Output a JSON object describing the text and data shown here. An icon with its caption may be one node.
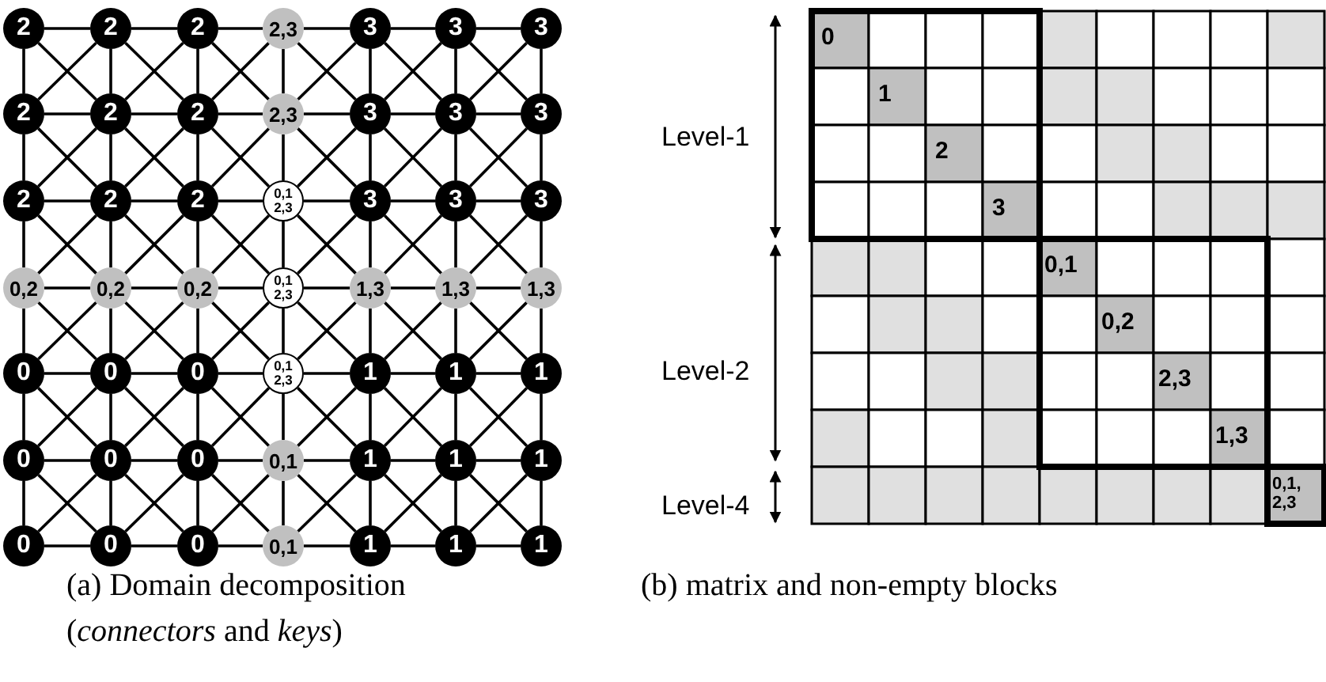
{
  "diagram": {
    "nodes": [
      {
        "text": [
          "2"
        ]
      },
      {
        "text": [
          "2"
        ]
      },
      {
        "text": [
          "2"
        ]
      },
      {
        "text": [
          "2,3"
        ]
      },
      {
        "text": [
          "3"
        ]
      },
      {
        "text": [
          "3"
        ]
      },
      {
        "text": [
          "3"
        ]
      },
      {
        "text": [
          "2"
        ]
      },
      {
        "text": [
          "2"
        ]
      },
      {
        "text": [
          "2"
        ]
      },
      {
        "text": [
          "2,3"
        ]
      },
      {
        "text": [
          "3"
        ]
      },
      {
        "text": [
          "3"
        ]
      },
      {
        "text": [
          "3"
        ]
      },
      {
        "text": [
          "2"
        ]
      },
      {
        "text": [
          "2"
        ]
      },
      {
        "text": [
          "2"
        ]
      },
      {
        "text": [
          "0,1 2,3"
        ]
      },
      {
        "text": [
          "3"
        ]
      },
      {
        "text": [
          "3"
        ]
      },
      {
        "text": [
          "3"
        ]
      },
      {
        "text": [
          "0,2"
        ]
      },
      {
        "text": [
          "0,2"
        ]
      },
      {
        "text": [
          "0,2"
        ]
      },
      {
        "text": [
          "0,1 2,3"
        ]
      },
      {
        "text": [
          "1,3"
        ]
      },
      {
        "text": [
          "1,3"
        ]
      },
      {
        "text": [
          "1,3"
        ]
      },
      {
        "text": [
          "0"
        ]
      },
      {
        "text": [
          "0"
        ]
      },
      {
        "text": [
          "0"
        ]
      },
      {
        "text": [
          "0,1 2,3"
        ]
      },
      {
        "text": [
          "1"
        ]
      },
      {
        "text": [
          "1"
        ]
      },
      {
        "text": [
          "1"
        ]
      },
      {
        "text": [
          "0"
        ]
      },
      {
        "text": [
          "0"
        ]
      },
      {
        "text": [
          "0"
        ]
      },
      {
        "text": [
          "0,1"
        ]
      },
      {
        "text": [
          "1"
        ]
      },
      {
        "text": [
          "1"
        ]
      },
      {
        "text": [
          "1"
        ]
      },
      {
        "text": [
          "0"
        ]
      },
      {
        "text": [
          "0"
        ]
      },
      {
        "text": [
          "0"
        ]
      },
      {
        "text": [
          "0,1"
        ]
      },
      {
        "text": [
          "1"
        ]
      },
      {
        "text": [
          "1"
        ]
      },
      {
        "text": [
          "1"
        ]
      }
    ],
    "edges": [
      {
        "from": 0,
        "to": 1,
        "arrow": "none"
      },
      {
        "from": 1,
        "to": 2,
        "arrow": "none"
      },
      {
        "from": 2,
        "to": 3,
        "arrow": "none"
      },
      {
        "from": 3,
        "to": 4,
        "arrow": "none"
      },
      {
        "from": 4,
        "to": 5,
        "arrow": "none"
      },
      {
        "from": 5,
        "to": 6,
        "arrow": "none"
      },
      {
        "from": 7,
        "to": 8,
        "arrow": "none"
      },
      {
        "from": 8,
        "to": 9,
        "arrow": "none"
      },
      {
        "from": 9,
        "to": 10,
        "arrow": "none"
      },
      {
        "from": 10,
        "to": 11,
        "arrow": "none"
      },
      {
        "from": 11,
        "to": 12,
        "arrow": "none"
      },
      {
        "from": 12,
        "to": 13,
        "arrow": "none"
      },
      {
        "from": 14,
        "to": 15,
        "arrow": "none"
      },
      {
        "from": 15,
        "to": 16,
        "arrow": "none"
      },
      {
        "from": 16,
        "to": 17,
        "arrow": "none"
      },
      {
        "from": 17,
        "to": 18,
        "arrow": "none"
      },
      {
        "from": 18,
        "to": 19,
        "arrow": "none"
      },
      {
        "from": 19,
        "to": 20,
        "arrow": "none"
      },
      {
        "from": 21,
        "to": 22,
        "arrow": "none"
      },
      {
        "from": 22,
        "to": 23,
        "arrow": "none"
      },
      {
        "from": 23,
        "to": 24,
        "arrow": "none"
      },
      {
        "from": 24,
        "to": 25,
        "arrow": "none"
      },
      {
        "from": 25,
        "to": 26,
        "arrow": "none"
      },
      {
        "from": 26,
        "to": 27,
        "arrow": "none"
      },
      {
        "from": 28,
        "to": 29,
        "arrow": "none"
      },
      {
        "from": 29,
        "to": 30,
        "arrow": "none"
      },
      {
        "from": 30,
        "to": 31,
        "arrow": "none"
      },
      {
        "from": 31,
        "to": 32,
        "arrow": "none"
      },
      {
        "from": 32,
        "to": 33,
        "arrow": "none"
      },
      {
        "from": 33,
        "to": 34,
        "arrow": "none"
      },
      {
        "from": 35,
        "to": 36,
        "arrow": "none"
      },
      {
        "from": 36,
        "to": 37,
        "arrow": "none"
      },
      {
        "from": 37,
        "to": 38,
        "arrow": "none"
      },
      {
        "from": 38,
        "to": 39,
        "arrow": "none"
      },
      {
        "from": 39,
        "to": 40,
        "arrow": "none"
      },
      {
        "from": 40,
        "to": 41,
        "arrow": "none"
      },
      {
        "from": 42,
        "to": 43,
        "arrow": "none"
      },
      {
        "from": 43,
        "to": 44,
        "arrow": "none"
      },
      {
        "from": 44,
        "to": 45,
        "arrow": "none"
      },
      {
        "from": 45,
        "to": 46,
        "arrow": "none"
      },
      {
        "from": 46,
        "to": 47,
        "arrow": "none"
      },
      {
        "from": 47,
        "to": 48,
        "arrow": "none"
      },
      {
        "from": 0,
        "to": 7,
        "arrow": "none"
      },
      {
        "from": 1,
        "to": 8,
        "arrow": "none"
      },
      {
        "from": 2,
        "to": 9,
        "arrow": "none"
      },
      {
        "from": 3,
        "to": 10,
        "arrow": "none"
      },
      {
        "from": 4,
        "to": 11,
        "arrow": "none"
      },
      {
        "from": 5,
        "to": 12,
        "arrow": "none"
      },
      {
        "from": 6,
        "to": 13,
        "arrow": "none"
      },
      {
        "from": 7,
        "to": 14,
        "arrow": "none"
      },
      {
        "from": 8,
        "to": 15,
        "arrow": "none"
      },
      {
        "from": 9,
        "to": 16,
        "arrow": "none"
      },
      {
        "from": 10,
        "to": 17,
        "arrow": "none"
      },
      {
        "from": 11,
        "to": 18,
        "arrow": "none"
      },
      {
        "from": 12,
        "to": 19,
        "arrow": "none"
      },
      {
        "from": 13,
        "to": 20,
        "arrow": "none"
      },
      {
        "from": 14,
        "to": 21,
        "arrow": "none"
      },
      {
        "from": 15,
        "to": 22,
        "arrow": "none"
      },
      {
        "from": 16,
        "to": 23,
        "arrow": "none"
      },
      {
        "from": 17,
        "to": 24,
        "arrow": "none"
      },
      {
        "from": 18,
        "to": 25,
        "arrow": "none"
      },
      {
        "from": 19,
        "to": 26,
        "arrow": "none"
      },
      {
        "from": 20,
        "to": 27,
        "arrow": "none"
      },
      {
        "from": 21,
        "to": 28,
        "arrow": "none"
      },
      {
        "from": 22,
        "to": 29,
        "arrow": "none"
      },
      {
        "from": 23,
        "to": 30,
        "arrow": "none"
      },
      {
        "from": 24,
        "to": 31,
        "arrow": "none"
      },
      {
        "from": 25,
        "to": 32,
        "arrow": "none"
      },
      {
        "from": 26,
        "to": 33,
        "arrow": "none"
      },
      {
        "from": 27,
        "to": 34,
        "arrow": "none"
      },
      {
        "from": 28,
        "to": 35,
        "arrow": "none"
      },
      {
        "from": 29,
        "to": 36,
        "arrow": "none"
      },
      {
        "from": 30,
        "to": 37,
        "arrow": "none"
      },
      {
        "from": 31,
        "to": 38,
        "arrow": "none"
      },
      {
        "from": 32,
        "to": 39,
        "arrow": "none"
      },
      {
        "from": 33,
        "to": 40,
        "arrow": "none"
      },
      {
        "from": 34,
        "to": 41,
        "arrow": "none"
      },
      {
        "from": 35,
        "to": 42,
        "arrow": "none"
      },
      {
        "from": 36,
        "to": 43,
        "arrow": "none"
      },
      {
        "from": 37,
        "to": 44,
        "arrow": "none"
      },
      {
        "from": 38,
        "to": 45,
        "arrow": "none"
      },
      {
        "from": 39,
        "to": 46,
        "arrow": "none"
      },
      {
        "from": 40,
        "to": 47,
        "arrow": "none"
      },
      {
        "from": 41,
        "to": 48,
        "arrow": "none"
      },
      {
        "from": 0,
        "to": 8,
        "arrow": "none"
      },
      {
        "from": 1,
        "to": 7,
        "arrow": "none"
      },
      {
        "from": 1,
        "to": 9,
        "arrow": "none"
      },
      {
        "from": 2,
        "to": 8,
        "arrow": "none"
      },
      {
        "from": 2,
        "to": 10,
        "arrow": "none"
      },
      {
        "from": 3,
        "to": 9,
        "arrow": "none"
      },
      {
        "from": 3,
        "to": 11,
        "arrow": "none"
      },
      {
        "from": 4,
        "to": 10,
        "arrow": "none"
      },
      {
        "from": 4,
        "to": 12,
        "arrow": "none"
      },
      {
        "from": 5,
        "to": 11,
        "arrow": "none"
      },
      {
        "from": 5,
        "to": 13,
        "arrow": "none"
      },
      {
        "from": 6,
        "to": 12,
        "arrow": "none"
      },
      {
        "from": 7,
        "to": 15,
        "arrow": "none"
      },
      {
        "from": 8,
        "to": 14,
        "arrow": "none"
      },
      {
        "from": 8,
        "to": 16,
        "arrow": "none"
      },
      {
        "from": 9,
        "to": 15,
        "arrow": "none"
      },
      {
        "from": 9,
        "to": 17,
        "arrow": "none"
      },
      {
        "from": 10,
        "to": 16,
        "arrow": "none"
      },
      {
        "from": 10,
        "to": 18,
        "arrow": "none"
      },
      {
        "from": 11,
        "to": 17,
        "arrow": "none"
      },
      {
        "from": 11,
        "to": 19,
        "arrow": "none"
      },
      {
        "from": 12,
        "to": 18,
        "arrow": "none"
      },
      {
        "from": 12,
        "to": 20,
        "arrow": "none"
      },
      {
        "from": 13,
        "to": 19,
        "arrow": "none"
      },
      {
        "from": 14,
        "to": 22,
        "arrow": "none"
      },
      {
        "from": 15,
        "to": 21,
        "arrow": "none"
      },
      {
        "from": 15,
        "to": 23,
        "arrow": "none"
      },
      {
        "from": 16,
        "to": 22,
        "arrow": "none"
      },
      {
        "from": 16,
        "to": 24,
        "arrow": "none"
      },
      {
        "from": 17,
        "to": 23,
        "arrow": "none"
      },
      {
        "from": 17,
        "to": 25,
        "arrow": "none"
      },
      {
        "from": 18,
        "to": 24,
        "arrow": "none"
      },
      {
        "from": 18,
        "to": 26,
        "arrow": "none"
      },
      {
        "from": 19,
        "to": 25,
        "arrow": "none"
      },
      {
        "from": 19,
        "to": 27,
        "arrow": "none"
      },
      {
        "from": 20,
        "to": 26,
        "arrow": "none"
      },
      {
        "from": 21,
        "to": 29,
        "arrow": "none"
      },
      {
        "from": 22,
        "to": 28,
        "arrow": "none"
      },
      {
        "from": 22,
        "to": 30,
        "arrow": "none"
      },
      {
        "from": 23,
        "to": 29,
        "arrow": "none"
      },
      {
        "from": 23,
        "to": 31,
        "arrow": "none"
      },
      {
        "from": 24,
        "to": 30,
        "arrow": "none"
      },
      {
        "from": 24,
        "to": 32,
        "arrow": "none"
      },
      {
        "from": 25,
        "to": 31,
        "arrow": "none"
      },
      {
        "from": 25,
        "to": 33,
        "arrow": "none"
      },
      {
        "from": 26,
        "to": 32,
        "arrow": "none"
      },
      {
        "from": 26,
        "to": 34,
        "arrow": "none"
      },
      {
        "from": 27,
        "to": 33,
        "arrow": "none"
      },
      {
        "from": 28,
        "to": 36,
        "arrow": "none"
      },
      {
        "from": 29,
        "to": 35,
        "arrow": "none"
      },
      {
        "from": 29,
        "to": 37,
        "arrow": "none"
      },
      {
        "from": 30,
        "to": 36,
        "arrow": "none"
      },
      {
        "from": 30,
        "to": 38,
        "arrow": "none"
      },
      {
        "from": 31,
        "to": 37,
        "arrow": "none"
      },
      {
        "from": 31,
        "to": 39,
        "arrow": "none"
      },
      {
        "from": 32,
        "to": 38,
        "arrow": "none"
      },
      {
        "from": 32,
        "to": 40,
        "arrow": "none"
      },
      {
        "from": 33,
        "to": 39,
        "arrow": "none"
      },
      {
        "from": 33,
        "to": 41,
        "arrow": "none"
      },
      {
        "from": 34,
        "to": 40,
        "arrow": "none"
      },
      {
        "from": 35,
        "to": 43,
        "arrow": "none"
      },
      {
        "from": 36,
        "to": 42,
        "arrow": "none"
      },
      {
        "from": 36,
        "to": 44,
        "arrow": "none"
      },
      {
        "from": 37,
        "to": 43,
        "arrow": "none"
      },
      {
        "from": 37,
        "to": 45,
        "arrow": "none"
      },
      {
        "from": 38,
        "to": 44,
        "arrow": "none"
      },
      {
        "from": 38,
        "to": 46,
        "arrow": "none"
      },
      {
        "from": 39,
        "to": 45,
        "arrow": "none"
      },
      {
        "from": 39,
        "to": 47,
        "arrow": "none"
      },
      {
        "from": 40,
        "to": 46,
        "arrow": "none"
      },
      {
        "from": 40,
        "to": 48,
        "arrow": "none"
      },
      {
        "from": 41,
        "to": 47,
        "arrow": "none"
      }
    ],
    "labels": [
      "Level-1",
      "0",
      "1",
      "2",
      "3",
      "Level-2",
      "0,1",
      "0,2",
      "2,3",
      "1,3",
      "Level-4",
      "0,1, 2,3",
      "(a) Domain decomposition (*connectors* and *keys*)",
      "(b) matrix and non-empty blocks"
    ]
  }
}
